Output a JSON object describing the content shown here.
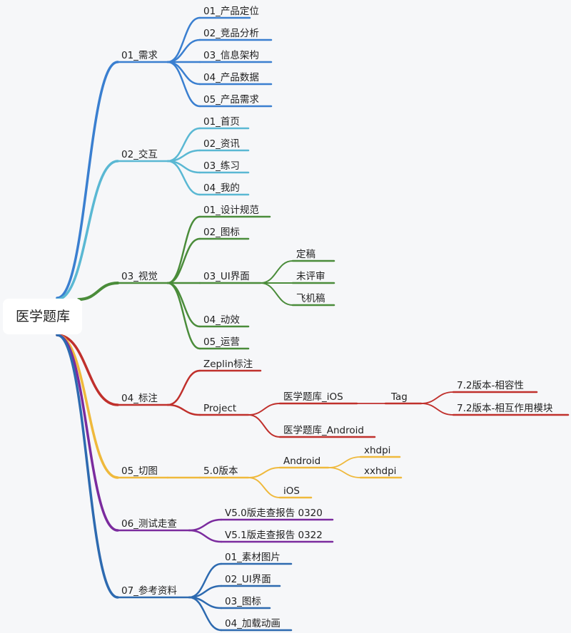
{
  "root": {
    "label": "医学题库"
  },
  "colors": {
    "requirements": "#3a7fd0",
    "interaction": "#5ab8d3",
    "visual": "#4a8c3a",
    "annotation": "#c0302c",
    "slicing": "#efb93c",
    "testing": "#7b2b9e",
    "references": "#2d6ab0"
  },
  "branches": [
    {
      "key": "requirements",
      "label": "01_需求",
      "children": [
        "01_产品定位",
        "02_竞品分析",
        "03_信息架构",
        "04_产品数据",
        "05_产品需求"
      ]
    },
    {
      "key": "interaction",
      "label": "02_交互",
      "children": [
        "01_首页",
        "02_资讯",
        "03_练习",
        "04_我的"
      ]
    },
    {
      "key": "visual",
      "label": "03_视觉",
      "children": [
        "01_设计规范",
        "02_图标",
        "03_UI界面",
        "04_动效",
        "05_运营"
      ],
      "ui_children": [
        "定稿",
        "未评审",
        "飞机稿"
      ]
    },
    {
      "key": "annotation",
      "label": "04_标注",
      "children": [
        "Zeplin标注",
        "Project"
      ],
      "project_children": [
        "医学题库_iOS",
        "医学题库_Android"
      ],
      "ios_children": [
        "Tag"
      ],
      "tag_children": [
        "7.2版本-相容性",
        "7.2版本-相互作用模块"
      ]
    },
    {
      "key": "slicing",
      "label": "05_切图",
      "children": [
        "5.0版本"
      ],
      "version_children": [
        "Android",
        "iOS"
      ],
      "android_children": [
        "xhdpi",
        "xxhdpi"
      ]
    },
    {
      "key": "testing",
      "label": "06_测试走查",
      "children": [
        "V5.0版走查报告 0320",
        "V5.1版走查报告 0322"
      ]
    },
    {
      "key": "references",
      "label": "07_参考资料",
      "children": [
        "01_素材图片",
        "02_UI界面",
        "03_图标",
        "04_加载动画"
      ]
    }
  ]
}
